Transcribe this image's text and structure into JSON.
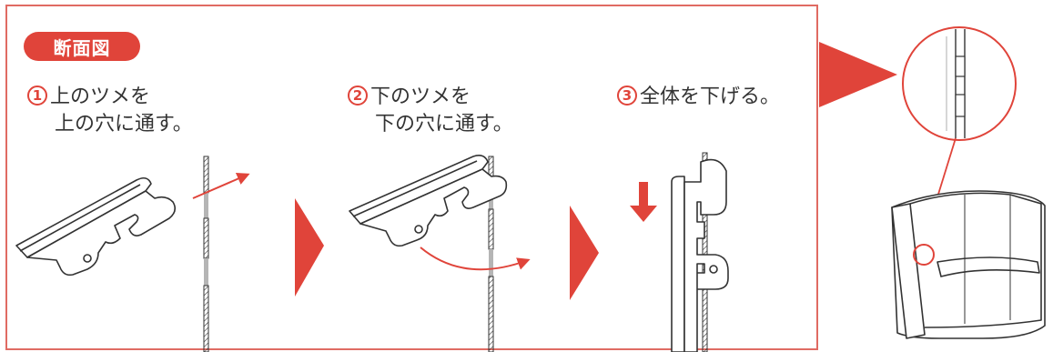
{
  "badge": {
    "label": "断面図"
  },
  "steps": [
    {
      "num": "1",
      "line1": "上のツメを",
      "line2": "上の穴に通す。"
    },
    {
      "num": "2",
      "line1": "下のツメを",
      "line2": "下の穴に通す。"
    },
    {
      "num": "3",
      "line1": "全体を下げる。",
      "line2": ""
    }
  ],
  "colors": {
    "accent": "#e0443a",
    "frame": "#e06b63",
    "line": "#333333",
    "slot": "#b5b5b5"
  }
}
